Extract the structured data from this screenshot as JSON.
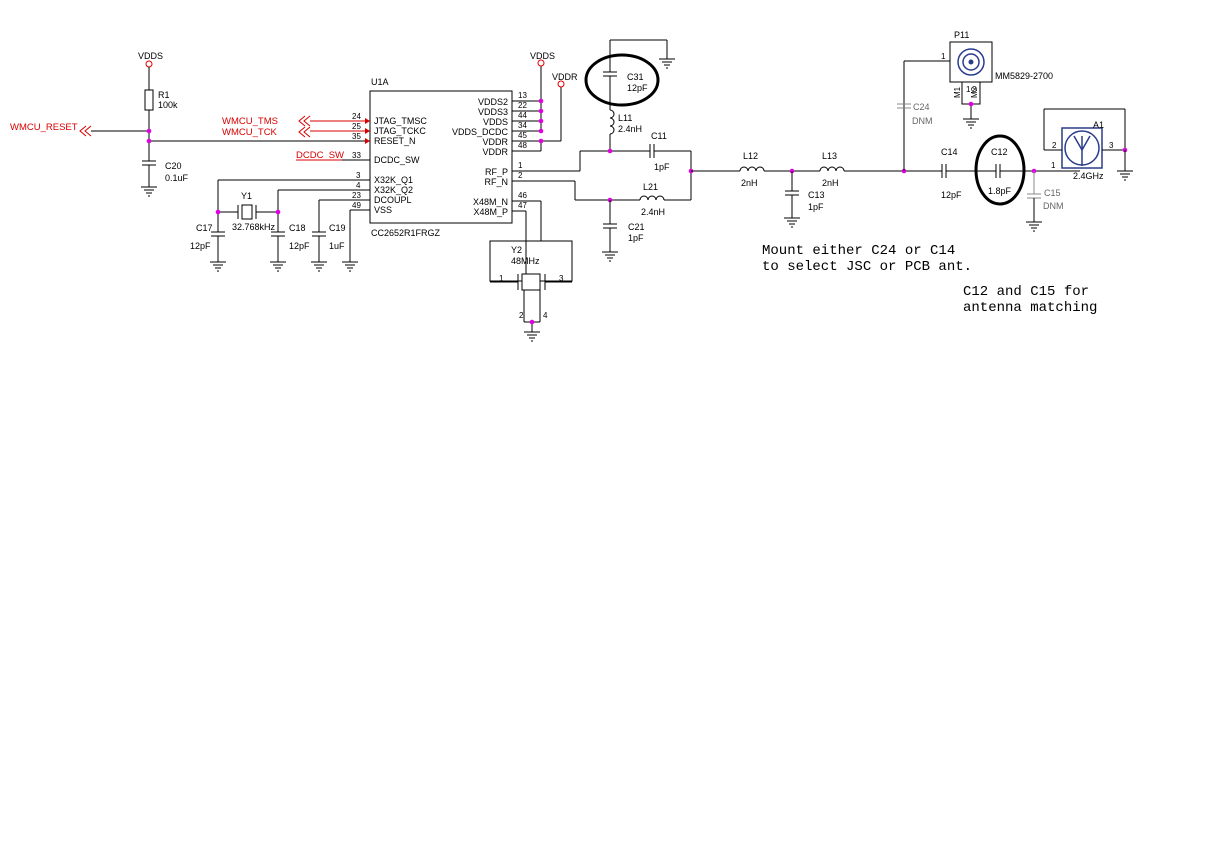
{
  "power": {
    "vdds": "VDDS",
    "vddr": "VDDR"
  },
  "ic": {
    "designator": "U1A",
    "part": "CC2652R1FRGZ",
    "left_pins": [
      {
        "num": "24",
        "name": "JTAG_TMSC"
      },
      {
        "num": "25",
        "name": "JTAG_TCKC"
      },
      {
        "num": "35",
        "name": "RESET_N"
      },
      {
        "num": "33",
        "name": "DCDC_SW"
      },
      {
        "num": "3",
        "name": "X32K_Q1"
      },
      {
        "num": "4",
        "name": "X32K_Q2"
      },
      {
        "num": "23",
        "name": "DCOUPL"
      },
      {
        "num": "49",
        "name": "VSS"
      }
    ],
    "right_pins": [
      {
        "num": "13",
        "name": "VDDS2"
      },
      {
        "num": "22",
        "name": "VDDS3"
      },
      {
        "num": "44",
        "name": "VDDS"
      },
      {
        "num": "34",
        "name": "VDDS_DCDC"
      },
      {
        "num": "45",
        "name": "VDDR"
      },
      {
        "num": "48",
        "name": "VDDR"
      },
      {
        "num": "1",
        "name": "RF_P"
      },
      {
        "num": "2",
        "name": "RF_N"
      },
      {
        "num": "46",
        "name": "X48M_N"
      },
      {
        "num": "47",
        "name": "X48M_P"
      }
    ]
  },
  "nets": {
    "reset": "WMCU_RESET",
    "tms": "WMCU_TMS",
    "tck": "WMCU_TCK",
    "dcdc": "DCDC_SW"
  },
  "components": {
    "r1": {
      "ref": "R1",
      "value": "100k"
    },
    "c20": {
      "ref": "C20",
      "value": "0.1uF"
    },
    "y1": {
      "ref": "Y1",
      "value": "32.768kHz"
    },
    "c17": {
      "ref": "C17",
      "value": "12pF"
    },
    "c18": {
      "ref": "C18",
      "value": "12pF"
    },
    "c19": {
      "ref": "C19",
      "value": "1uF"
    },
    "y2": {
      "ref": "Y2",
      "value": "48MHz",
      "pins": [
        "1",
        "2",
        "3",
        "4"
      ]
    },
    "c31": {
      "ref": "C31",
      "value": "12pF"
    },
    "l11": {
      "ref": "L11",
      "value": "2.4nH"
    },
    "c11": {
      "ref": "C11",
      "value": "1pF"
    },
    "l21": {
      "ref": "L21",
      "value": "2.4nH"
    },
    "c21": {
      "ref": "C21",
      "value": "1pF"
    },
    "l12": {
      "ref": "L12",
      "value": "2nH"
    },
    "c13": {
      "ref": "C13",
      "value": "1pF"
    },
    "l13": {
      "ref": "L13",
      "value": "2nH"
    },
    "c24": {
      "ref": "C24",
      "value": "DNM"
    },
    "c14": {
      "ref": "C14",
      "value": "12pF"
    },
    "c12": {
      "ref": "C12",
      "value": "1.8pF"
    },
    "c15": {
      "ref": "C15",
      "value": "DNM"
    },
    "p11": {
      "ref": "P11",
      "part": "MM5829-2700",
      "pin1": "1",
      "m1": "M1",
      "m2": "M2",
      "pin_m1": "1",
      "pin_m2": "2"
    },
    "a1": {
      "ref": "A1",
      "value": "2.4GHz",
      "pin_left": "2",
      "pin_feed": "1",
      "pin_right": "3"
    }
  },
  "notes": {
    "mount_line1": "Mount either C24 or C14",
    "mount_line2": "to select JSC or PCB ant.",
    "match_line1": "C12 and C15 for",
    "match_line2": "antenna matching"
  },
  "colors": {
    "net_label": "#d80000",
    "junction": "#e000e0",
    "dnm": "#888888",
    "wire": "#000000"
  }
}
